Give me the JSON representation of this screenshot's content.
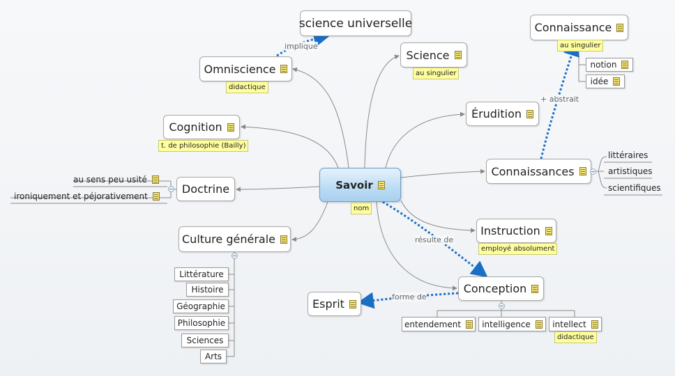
{
  "root": {
    "label": "Savoir",
    "tag": "nom"
  },
  "nodes": {
    "science_universelle": {
      "label": "science universelle"
    },
    "omniscience": {
      "label": "Omniscience",
      "tag": "didactique"
    },
    "science": {
      "label": "Science",
      "tag": "au singulier"
    },
    "cognition": {
      "label": "Cognition",
      "tag": "t. de philosophie (Bailly)"
    },
    "doctrine": {
      "label": "Doctrine"
    },
    "culture": {
      "label": "Culture générale"
    },
    "erudition": {
      "label": "Érudition"
    },
    "connaissances": {
      "label": "Connaissances"
    },
    "connaissance": {
      "label": "Connaissance",
      "tag": "au singulier"
    },
    "instruction": {
      "label": "Instruction",
      "tag": "employé absolument"
    },
    "conception": {
      "label": "Conception"
    },
    "esprit": {
      "label": "Esprit"
    }
  },
  "doctrine_children": [
    "au sens peu usité",
    "ironiquement et péjorativement"
  ],
  "culture_children": [
    "Littérature",
    "Histoire",
    "Géographie",
    "Philosophie",
    "Sciences",
    "Arts"
  ],
  "connaissances_children": [
    "littéraires",
    "artistiques",
    "scientifiques"
  ],
  "connaissance_children": [
    "notion",
    "idée"
  ],
  "conception_children": [
    {
      "label": "entendement"
    },
    {
      "label": "intelligence"
    },
    {
      "label": "intellect",
      "tag": "didactique"
    }
  ],
  "relations": {
    "implique": "implique",
    "plus_abstrait": "+ abstrait",
    "resulte_de": "résulte de",
    "forme_de": "forme de"
  },
  "colors": {
    "relation": "#1a6fc4",
    "branch": "#8a8a8a",
    "root_fill": "#bcdcf4",
    "tag_fill": "#ffffa0"
  }
}
